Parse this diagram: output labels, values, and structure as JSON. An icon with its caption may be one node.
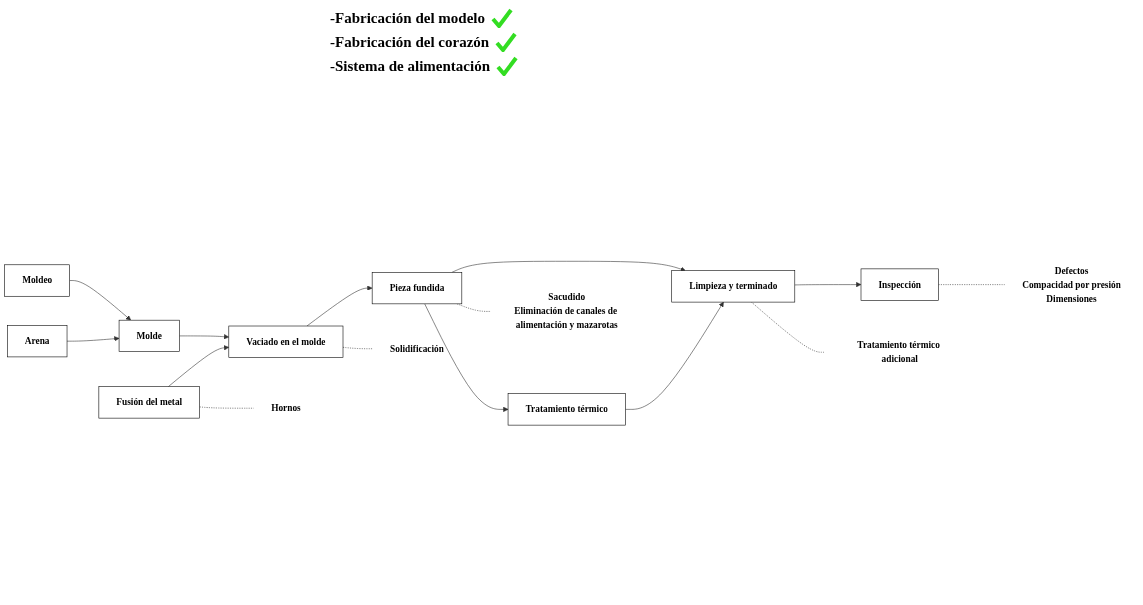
{
  "diagram": {
    "nodes": [
      {
        "text": [
          "Moldeo"
        ]
      },
      {
        "text": [
          "Arena"
        ]
      },
      {
        "text": [
          "Molde"
        ]
      },
      {
        "text": [
          "Fusión del metal"
        ]
      },
      {
        "text": [
          "Vaciado en el molde"
        ]
      },
      {
        "text": [
          "Pieza fundida"
        ]
      },
      {
        "text": [
          "Tratamiento térmico"
        ]
      },
      {
        "text": [
          "Limpieza y terminado"
        ]
      },
      {
        "text": [
          "Inspección"
        ]
      },
      {
        "text": [
          "Hornos"
        ]
      },
      {
        "text": [
          "Solidificación"
        ]
      },
      {
        "text": [
          "Sacudido",
          "Eliminación de canales de alimentación y mazarotas"
        ]
      },
      {
        "text": [
          "Tratamiento térmico adicional"
        ]
      },
      {
        "text": [
          "Defectos",
          "Compacidad por presión",
          "Dimensiones"
        ]
      }
    ],
    "edges": [
      {
        "from": 0,
        "to": 2,
        "arrow": "to"
      },
      {
        "from": 1,
        "to": 2,
        "arrow": "to"
      },
      {
        "from": 2,
        "to": 4,
        "arrow": "to"
      },
      {
        "from": 3,
        "to": 4,
        "arrow": "to"
      },
      {
        "from": 4,
        "to": 5,
        "arrow": "to"
      },
      {
        "from": 5,
        "to": 6,
        "arrow": "to"
      },
      {
        "from": 5,
        "to": 7,
        "arrow": "to"
      },
      {
        "from": 6,
        "to": 7,
        "arrow": "to"
      },
      {
        "from": 7,
        "to": 8,
        "arrow": "to"
      },
      {
        "from": 3,
        "to": 9,
        "arrow": "none",
        "style": "dashed"
      },
      {
        "from": 4,
        "to": 10,
        "arrow": "none",
        "style": "dashed"
      },
      {
        "from": 5,
        "to": 11,
        "arrow": "none",
        "style": "dashed"
      },
      {
        "from": 7,
        "to": 12,
        "arrow": "none",
        "style": "dashed"
      },
      {
        "from": 8,
        "to": 13,
        "arrow": "none",
        "style": "dashed"
      }
    ],
    "labels": [
      "-Fabricación del modelo",
      "-Fabricación del corazón",
      "-Sistema de alimentación"
    ]
  }
}
